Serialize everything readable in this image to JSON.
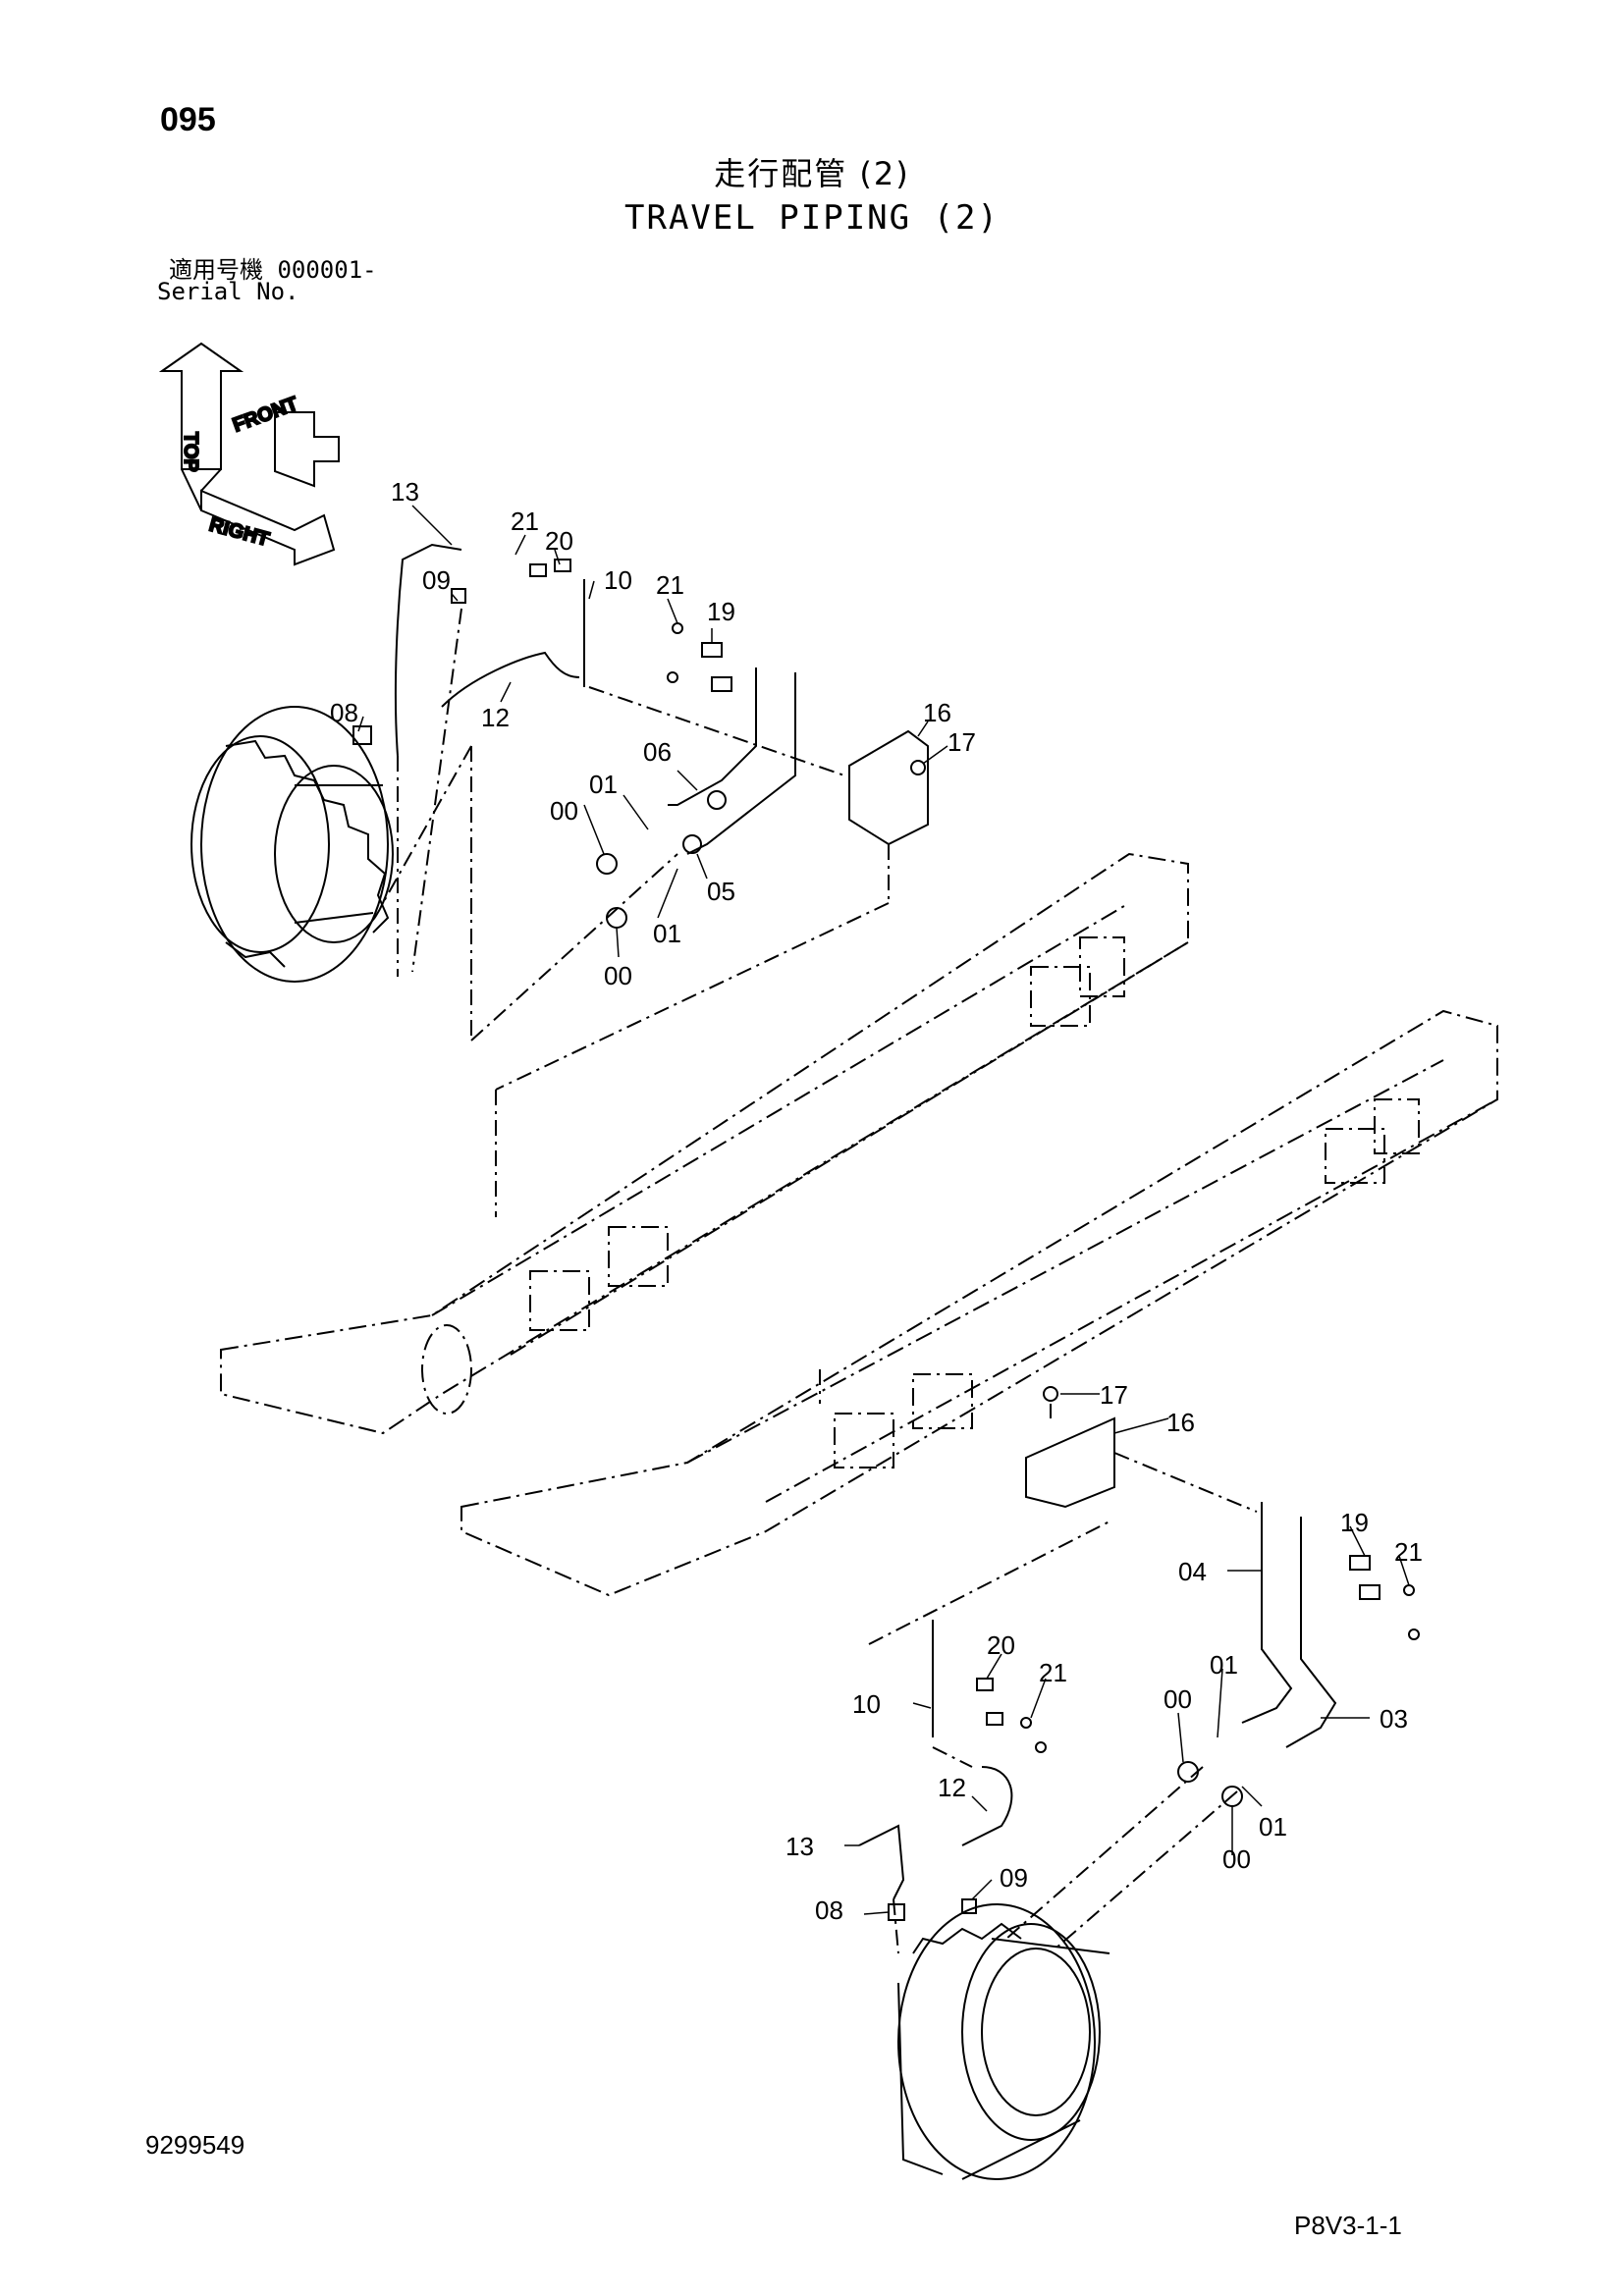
{
  "header": {
    "page_number": "095",
    "title_jp": "走行配管 (2)",
    "title_en": "TRAVEL PIPING (2)",
    "serial_applicable": "適用号機 000001-",
    "serial_label": "Serial No."
  },
  "orientation": {
    "top": "TOP",
    "front": "FRONT",
    "right": "RIGHT"
  },
  "callouts": {
    "c13a": "13",
    "c21a": "21",
    "c20a": "20",
    "c09a": "09",
    "c10a": "10",
    "c21b": "21",
    "c19a": "19",
    "c08a": "08",
    "c12a": "12",
    "c16a": "16",
    "c17a": "17",
    "c06a": "06",
    "c01a": "01",
    "c00a": "00",
    "c05a": "05",
    "c01b": "01",
    "c00b": "00",
    "c17b": "17",
    "c16b": "16",
    "c19b": "19",
    "c21c": "21",
    "c04a": "04",
    "c20b": "20",
    "c21d": "21",
    "c10b": "10",
    "c01c": "01",
    "c00c": "00",
    "c03a": "03",
    "c12b": "12",
    "c01d": "01",
    "c13b": "13",
    "c00d": "00",
    "c09b": "09",
    "c08b": "08"
  },
  "footer": {
    "drawing_number": "9299549",
    "sheet_reference": "P8V3-1-1"
  }
}
